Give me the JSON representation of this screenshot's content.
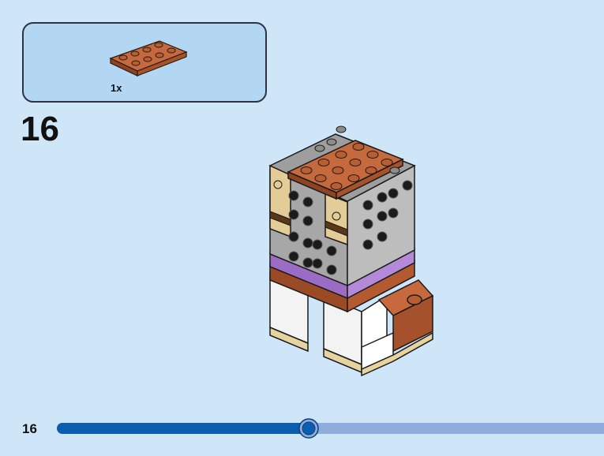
{
  "parts_callout": {
    "quantity": "1x",
    "part_icon": "brick-plate-2x4-icon",
    "part_color": "#b55a33"
  },
  "step": {
    "number": "16"
  },
  "model_icon": "brickheadz-figure-assembly-icon",
  "footer": {
    "page_number": "16",
    "progress_fraction": 0.46,
    "progress_color": "#0b5db0",
    "track_color": "#8eaddc"
  }
}
